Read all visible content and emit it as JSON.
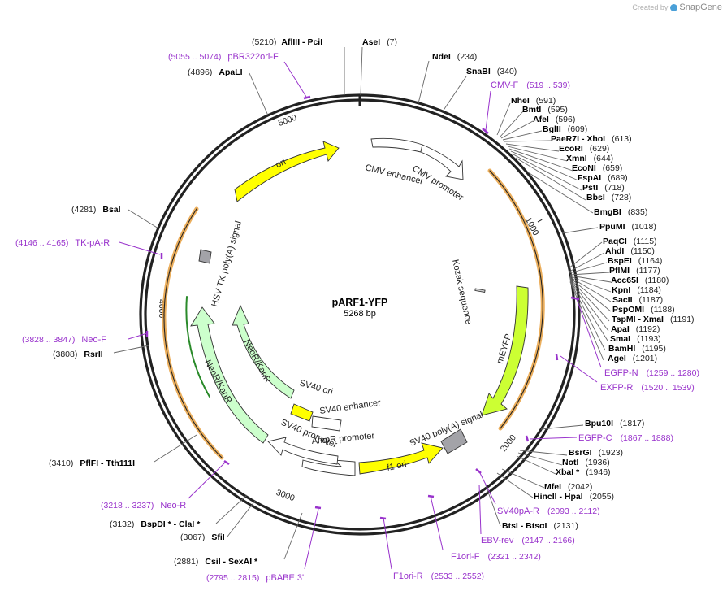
{
  "credit": {
    "text": "Created by",
    "brand": "SnapGene"
  },
  "plasmid": {
    "name": "pARF1-YFP",
    "size": "5268 bp",
    "length": 5268
  },
  "ticks": [
    "1000",
    "2000",
    "3000",
    "4000",
    "5000"
  ],
  "features": [
    {
      "id": "ori",
      "label": "ori",
      "color": "#ffff00"
    },
    {
      "id": "cmv_enh",
      "label": "CMV enhancer",
      "color": "#ffffff"
    },
    {
      "id": "cmv_prom",
      "label": "CMV promoter",
      "color": "#ffffff"
    },
    {
      "id": "kozak",
      "label": "Kozak sequence",
      "color": "#cccccc"
    },
    {
      "id": "meyfp",
      "label": "mEYFP",
      "color": "#ccff33"
    },
    {
      "id": "sv40pa",
      "label": "SV40 poly(A) signal",
      "color": "#999999"
    },
    {
      "id": "f1ori",
      "label": "f1 ori",
      "color": "#ffff00"
    },
    {
      "id": "ampr_prom",
      "label": "AmpR promoter",
      "color": "#ffffff"
    },
    {
      "id": "sv40_prom",
      "label": "SV40 promoter",
      "color": "#ffffff"
    },
    {
      "id": "sv40_enh",
      "label": "SV40 enhancer",
      "color": "#ffffff"
    },
    {
      "id": "sv40_ori",
      "label": "SV40 ori",
      "color": "#ffff00"
    },
    {
      "id": "neor_inner",
      "label": "NeoR/KanR",
      "color": "#ccffcc"
    },
    {
      "id": "neor_outer",
      "label": "NeoR/KanR",
      "color": "#ccffcc"
    },
    {
      "id": "hsvtk",
      "label": "HSV TK poly(A) signal",
      "color": "#999999"
    }
  ],
  "sites": [
    {
      "name": "AflIII - PciI",
      "pos": "(5210)"
    },
    {
      "name": "AseI",
      "pos": "(7)"
    },
    {
      "name": "NdeI",
      "pos": "(234)"
    },
    {
      "name": "SnaBI",
      "pos": "(340)"
    },
    {
      "name": "NheI",
      "pos": "(591)"
    },
    {
      "name": "BmtI",
      "pos": "(595)"
    },
    {
      "name": "AfeI",
      "pos": "(596)"
    },
    {
      "name": "BglII",
      "pos": "(609)"
    },
    {
      "name": "PaeR7I - XhoI",
      "pos": "(613)"
    },
    {
      "name": "EcoRI",
      "pos": "(629)"
    },
    {
      "name": "XmnI",
      "pos": "(644)"
    },
    {
      "name": "EcoNI",
      "pos": "(659)"
    },
    {
      "name": "FspAI",
      "pos": "(689)"
    },
    {
      "name": "PstI",
      "pos": "(718)"
    },
    {
      "name": "BbsI",
      "pos": "(728)"
    },
    {
      "name": "BmgBI",
      "pos": "(835)"
    },
    {
      "name": "PpuMI",
      "pos": "(1018)"
    },
    {
      "name": "PaqCI",
      "pos": "(1115)"
    },
    {
      "name": "AhdI",
      "pos": "(1150)"
    },
    {
      "name": "BspEI",
      "pos": "(1164)"
    },
    {
      "name": "PflMI",
      "pos": "(1177)"
    },
    {
      "name": "Acc65I",
      "pos": "(1180)"
    },
    {
      "name": "KpnI",
      "pos": "(1184)"
    },
    {
      "name": "SacII",
      "pos": "(1187)"
    },
    {
      "name": "PspOMI",
      "pos": "(1188)"
    },
    {
      "name": "TspMI - XmaI",
      "pos": "(1191)"
    },
    {
      "name": "ApaI",
      "pos": "(1192)"
    },
    {
      "name": "SmaI",
      "pos": "(1193)"
    },
    {
      "name": "BamHI",
      "pos": "(1195)"
    },
    {
      "name": "AgeI",
      "pos": "(1201)"
    },
    {
      "name": "Bpu10I",
      "pos": "(1817)"
    },
    {
      "name": "BsrGI",
      "pos": "(1923)"
    },
    {
      "name": "NotI",
      "pos": "(1936)"
    },
    {
      "name": "XbaI *",
      "pos": "(1946)"
    },
    {
      "name": "MfeI",
      "pos": "(2042)"
    },
    {
      "name": "HincII - HpaI",
      "pos": "(2055)"
    },
    {
      "name": "BtsI - BtsαI",
      "pos": "(2131)"
    },
    {
      "name": "CsiI - SexAI *",
      "pos": "(2881)"
    },
    {
      "name": "SfiI",
      "pos": "(3067)"
    },
    {
      "name": "BspDI * - ClaI *",
      "pos": "(3132)"
    },
    {
      "name": "PflFI - Tth111I",
      "pos": "(3410)"
    },
    {
      "name": "RsrII",
      "pos": "(3808)"
    },
    {
      "name": "BsaI",
      "pos": "(4281)"
    },
    {
      "name": "ApaLI",
      "pos": "(4896)"
    }
  ],
  "primers": [
    {
      "name": "pBR322ori-F",
      "range": "(5055 .. 5074)"
    },
    {
      "name": "CMV-F",
      "range": "(519 .. 539)"
    },
    {
      "name": "EGFP-N",
      "range": "(1259 .. 1280)"
    },
    {
      "name": "EXFP-R",
      "range": "(1520 .. 1539)"
    },
    {
      "name": "EGFP-C",
      "range": "(1867 .. 1888)"
    },
    {
      "name": "SV40pA-R",
      "range": "(2093 .. 2112)"
    },
    {
      "name": "EBV-rev",
      "range": "(2147 .. 2166)"
    },
    {
      "name": "F1ori-F",
      "range": "(2321 .. 2342)"
    },
    {
      "name": "F1ori-R",
      "range": "(2533 .. 2552)"
    },
    {
      "name": "pBABE 3'",
      "range": "(2795 .. 2815)"
    },
    {
      "name": "Neo-R",
      "range": "(3218 .. 3237)"
    },
    {
      "name": "Neo-F",
      "range": "(3828 .. 3847)"
    },
    {
      "name": "TK-pA-R",
      "range": "(4146 .. 4165)"
    }
  ],
  "colors": {
    "primer": "#9933cc",
    "backbone": "#222222",
    "orf_outline": "#e8a040"
  }
}
